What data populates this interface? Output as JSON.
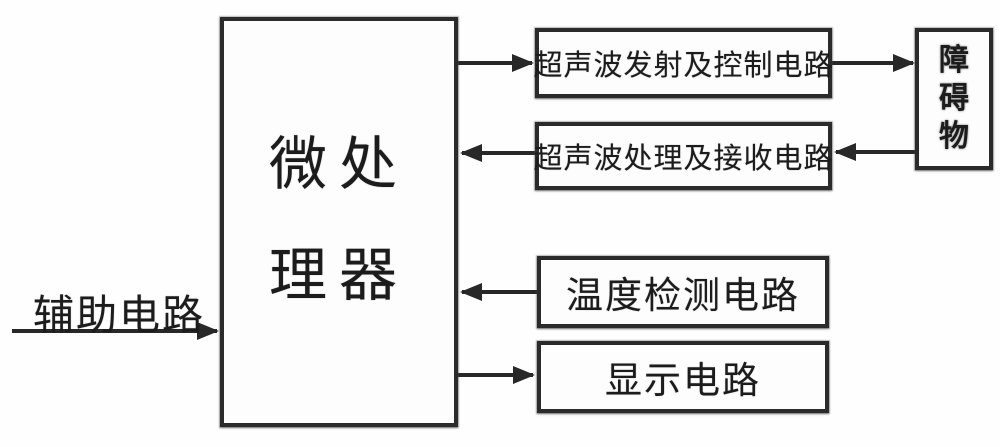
{
  "diagram": {
    "nodes": {
      "mcu": {
        "line1": "微处",
        "line2": "理器"
      },
      "transmit": {
        "label": "超声波发射及控制电路"
      },
      "receive": {
        "label": "超声波处理及接收电路"
      },
      "temperature": {
        "label": "温度检测电路"
      },
      "display": {
        "label": "显示电路"
      },
      "obstacle": {
        "char1": "障",
        "char2": "碍",
        "char3": "物"
      },
      "aux": {
        "label": "辅助电路"
      }
    },
    "colors": {
      "line": "#282828",
      "background": "#ffffff",
      "text": "#1c1c1c"
    }
  }
}
